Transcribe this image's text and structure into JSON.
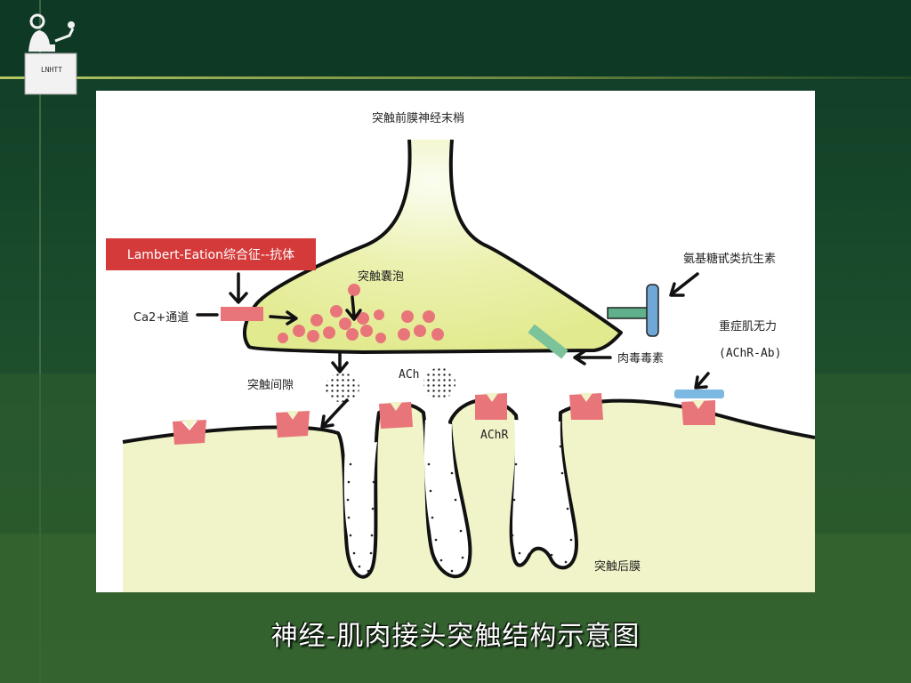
{
  "logo": {
    "text": "LNHTT"
  },
  "diagram": {
    "presynaptic_terminal": "突触前膜神经末梢",
    "lambert_eaton": "Lambert-Eation综合征--抗体",
    "ca_channel": "Ca2+通道",
    "vesicle": "突触囊泡",
    "aminoglycoside": "氨基糖甙类抗生素",
    "myasthenia": "重症肌无力",
    "achr_ab": "(AChR-Ab)",
    "botulinum": "肉毒毒素",
    "cleft": "突触间隙",
    "ach": "ACh",
    "achr": "AChR",
    "postsynaptic": "突触后膜"
  },
  "caption": "神经-肌肉接头突触结构示意图",
  "colors": {
    "terminal_fill": "#e6ed9c",
    "membrane_fill": "#f1f3c8",
    "receptor": "#e8757a",
    "vesicle": "#e8757a",
    "red_label": "#d43a3a",
    "toxin_green": "#7cc39a",
    "antibiotic_blue": "#6fa8d6",
    "antibody_blue": "#7bb8e2"
  }
}
